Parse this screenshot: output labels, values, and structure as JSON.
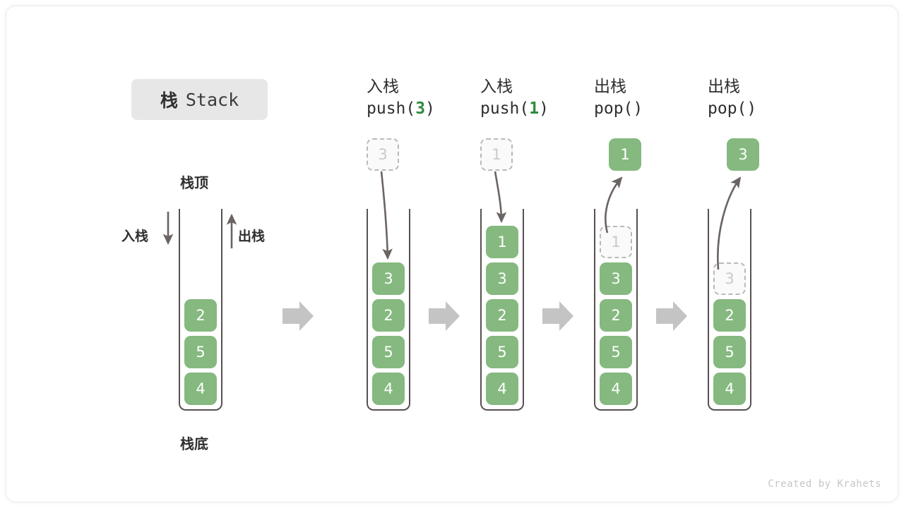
{
  "title": {
    "cn": "栈",
    "en": "Stack"
  },
  "labels": {
    "top": "栈顶",
    "bottom": "栈底",
    "push": "入栈",
    "pop": "出栈"
  },
  "credit": "Created by Krahets",
  "colors": {
    "cell_fill": "#85b97f",
    "cell_text": "#ffffff",
    "ghost_border": "#b9b9b9",
    "ghost_text": "#c9c9c9",
    "wall": "#57514f",
    "arrow": "#6b6462",
    "step_arrow": "#c4c4c4",
    "badge_bg": "#e7e7e7",
    "code_accent": "#2e8b3d"
  },
  "stages": [
    {
      "name": "initial",
      "caption_cn": "",
      "caption_code_pre": "",
      "caption_code_num": "",
      "caption_code_post": "",
      "floating": null,
      "cells": [
        {
          "value": "2",
          "state": "solid"
        },
        {
          "value": "5",
          "state": "solid"
        },
        {
          "value": "4",
          "state": "solid"
        }
      ]
    },
    {
      "name": "push-3",
      "caption_cn": "入栈",
      "caption_code_pre": "push(",
      "caption_code_num": "3",
      "caption_code_post": ")",
      "floating": {
        "value": "3",
        "state": "ghost",
        "direction": "in"
      },
      "cells": [
        {
          "value": "3",
          "state": "solid"
        },
        {
          "value": "2",
          "state": "solid"
        },
        {
          "value": "5",
          "state": "solid"
        },
        {
          "value": "4",
          "state": "solid"
        }
      ]
    },
    {
      "name": "push-1",
      "caption_cn": "入栈",
      "caption_code_pre": "push(",
      "caption_code_num": "1",
      "caption_code_post": ")",
      "floating": {
        "value": "1",
        "state": "ghost",
        "direction": "in"
      },
      "cells": [
        {
          "value": "1",
          "state": "solid"
        },
        {
          "value": "3",
          "state": "solid"
        },
        {
          "value": "2",
          "state": "solid"
        },
        {
          "value": "5",
          "state": "solid"
        },
        {
          "value": "4",
          "state": "solid"
        }
      ]
    },
    {
      "name": "pop-1",
      "caption_cn": "出栈",
      "caption_code_pre": "pop(",
      "caption_code_num": "",
      "caption_code_post": ")",
      "floating": {
        "value": "1",
        "state": "solid",
        "direction": "out"
      },
      "cells": [
        {
          "value": "1",
          "state": "ghost"
        },
        {
          "value": "3",
          "state": "solid"
        },
        {
          "value": "2",
          "state": "solid"
        },
        {
          "value": "5",
          "state": "solid"
        },
        {
          "value": "4",
          "state": "solid"
        }
      ]
    },
    {
      "name": "pop-3",
      "caption_cn": "出栈",
      "caption_code_pre": "pop(",
      "caption_code_num": "",
      "caption_code_post": ")",
      "floating": {
        "value": "3",
        "state": "solid",
        "direction": "out"
      },
      "cells": [
        {
          "value": "3",
          "state": "ghost"
        },
        {
          "value": "2",
          "state": "solid"
        },
        {
          "value": "5",
          "state": "solid"
        },
        {
          "value": "4",
          "state": "solid"
        }
      ]
    }
  ]
}
